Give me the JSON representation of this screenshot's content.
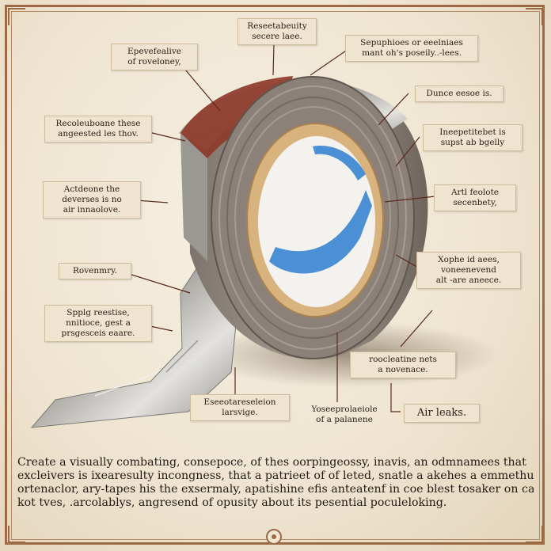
{
  "labels": {
    "top_center": "Reseetabeuity\nsecere laee.",
    "top_right": "Sepuphioes or eeelniaes\nmant oh's poseily..-lees.",
    "top_left": "Epevefealive\nof roveloney,",
    "right_1": "Dunce eesoe is.",
    "left_1": "Recoleuboane these\nangeested les thov.",
    "right_2": "Ineepetitebet is\nsupst ab bgelly",
    "left_2": "Actdeone the\ndeverses is no\nair innaolove.",
    "right_3": "Artl feolote\nsecenbety,",
    "left_3": "Rovenmry.",
    "right_4": "Xophe id aees,\nvoneenevend\nalt -are aneece.",
    "left_4": "Spplg reestise,\nnnitioce, gest a\nprsgesceis eaare.",
    "bottom_right_box": "roocleatine nets\na novenace.",
    "bottom_left": "Eseeotareseleion\nlarsvige.",
    "bottom_center": "Yoseeprolaeiole\nof a palanene",
    "air_leaks": "Air leaks."
  },
  "caption": {
    "line1": "Create a visually combating, consepoce, of thes oorpingeossy, inavis, an odmnamees that",
    "line2": "excleivers is ixearesulty incongness, that a patrieet of of leted, snatle a akehes a emmethut,",
    "line3": "ortenaclor, ary-tapes his the exsermaly, apatishine efis anteatenf in coe blest tosaker on car",
    "line4": "kot tves, .arcolablys, angresend of opusity about its pesential poculeloking."
  },
  "colors": {
    "frame": "#9c6a45",
    "tape_silver": "#b9b7b2",
    "tape_red": "#8e3b2a",
    "tape_core": "#e8c99a",
    "core_print": "#2d7fd0",
    "callout_line": "#5a2a1c"
  }
}
